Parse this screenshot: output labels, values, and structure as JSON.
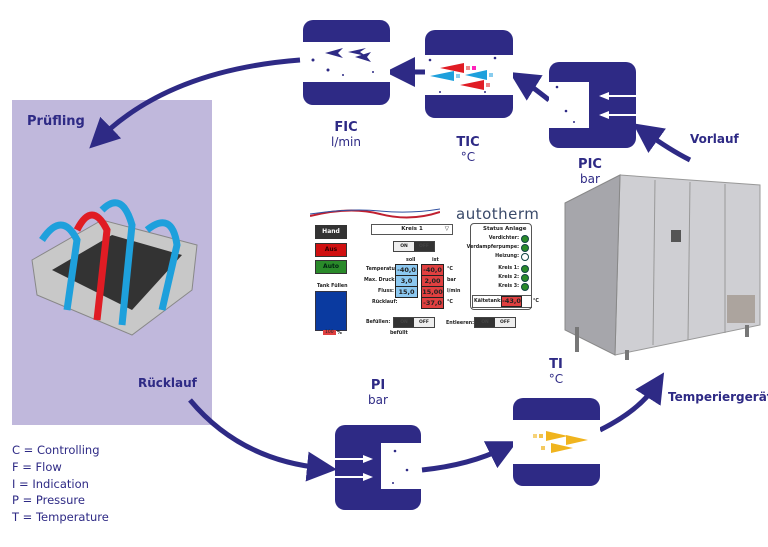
{
  "specimen_label": "Prüfling",
  "return_label": "Rücklauf",
  "supply_label": "Vorlauf",
  "device_label": "Temperiergerät",
  "instruments": {
    "fic": {
      "tag": "FIC",
      "unit": "l/min"
    },
    "tic": {
      "tag": "TIC",
      "unit": "°C"
    },
    "pic": {
      "tag": "PIC",
      "unit": "bar"
    },
    "pi": {
      "tag": "PI",
      "unit": "bar"
    },
    "ti": {
      "tag": "TI",
      "unit": "°C"
    }
  },
  "legend": [
    "C = Controlling",
    "F = Flow",
    "I = Indication",
    "P = Pressure",
    "T = Temperature"
  ],
  "colors": {
    "primary": "#2e2a85",
    "specimen_bg": "#c0b8dc",
    "hot": "#e01c24",
    "cold": "#1ea0dc",
    "indication": "#f0b41e"
  },
  "hmi": {
    "logo": "autotherm",
    "mode_buttons": [
      "Hand",
      "Aus",
      "Auto"
    ],
    "circuit_select": "Kreis 1",
    "power_toggle": {
      "on": "ON",
      "off": "OFF"
    },
    "col_set": "soll",
    "col_actual": "ist",
    "rows": [
      {
        "label": "Temperatur:",
        "set": "-40,0",
        "actual": "-40,0",
        "unit": "°C"
      },
      {
        "label": "Max. Druck:",
        "set": "3,0",
        "actual": "2,00",
        "unit": "bar"
      },
      {
        "label": "Fluss:",
        "set": "15,0",
        "actual": "15,00",
        "unit": "l/min"
      },
      {
        "label": "Rücklauf:",
        "actual": "-37,0",
        "unit": "°C"
      }
    ],
    "tank_label": "Tank Füllen",
    "tank_level": "100",
    "tank_unit": "%",
    "fill_label": "Befüllen:",
    "fill_on": "ON",
    "fill_off": "OFF",
    "fill_status": "befüllt",
    "drain_label": "Entleeren:",
    "drain_on": "ON",
    "drain_off": "OFF",
    "status_title": "Status Anlage",
    "status_items": [
      {
        "label": "Verdichter:",
        "state": "on"
      },
      {
        "label": "Verdampferpumpe:",
        "state": "on"
      },
      {
        "label": "Heizung:",
        "state": "off"
      },
      {
        "label": "Kreis 1:",
        "state": "on"
      },
      {
        "label": "Kreis 2:",
        "state": "on"
      },
      {
        "label": "Kreis 3:",
        "state": "on"
      }
    ],
    "cold_tank_label": "Kältetank:",
    "cold_tank_value": "-43,0",
    "cold_tank_unit": "°C"
  }
}
